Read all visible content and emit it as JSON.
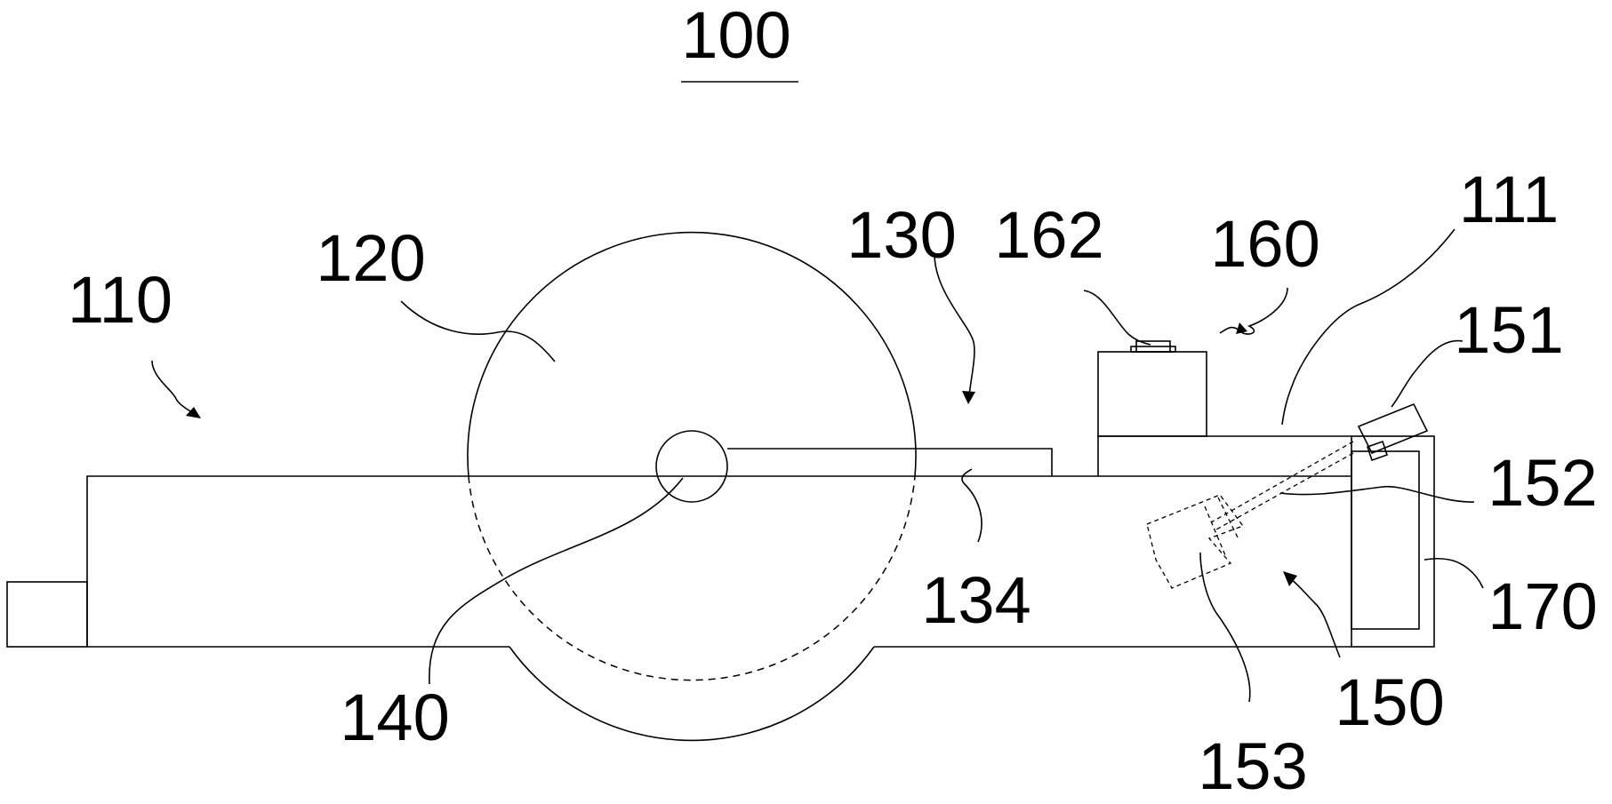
{
  "figure": {
    "title": "100",
    "labels": {
      "l110": "110",
      "l120": "120",
      "l130": "130",
      "l162": "162",
      "l160": "160",
      "l111": "111",
      "l151": "151",
      "l152": "152",
      "l170": "170",
      "l134": "134",
      "l140": "140",
      "l150": "150",
      "l153": "153"
    }
  }
}
